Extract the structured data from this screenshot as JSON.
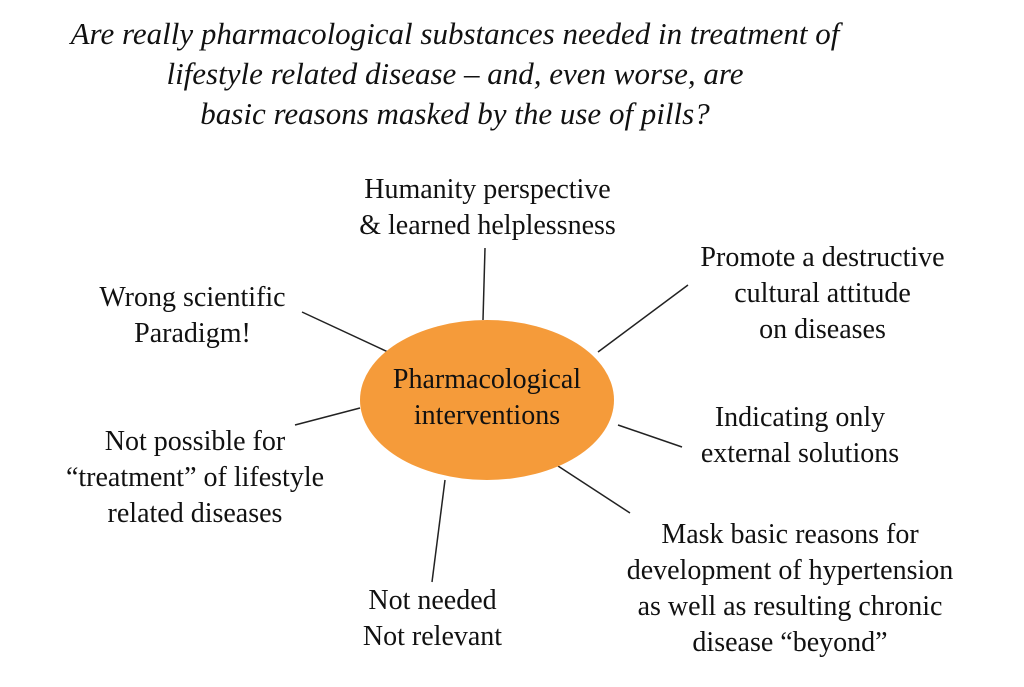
{
  "title": {
    "lines": [
      "Are really pharmacological substances needed in treatment of",
      "lifestyle related disease – and, even worse, are",
      "basic reasons masked by the use of pills?"
    ]
  },
  "center": {
    "lines": [
      "Pharmacological",
      "interventions"
    ],
    "fill_color": "#F59B3A"
  },
  "line_color": "#222222",
  "nodes": {
    "top": {
      "lines": [
        "Humanity perspective",
        "& learned helplessness"
      ]
    },
    "upper_right": {
      "lines": [
        "Promote a destructive",
        "cultural attitude",
        "on diseases"
      ]
    },
    "upper_left": {
      "lines": [
        "Wrong scientific",
        "Paradigm!"
      ]
    },
    "right": {
      "lines": [
        "Indicating only",
        "external solutions"
      ]
    },
    "left": {
      "lines": [
        "Not possible for",
        "“treatment” of lifestyle",
        "related diseases"
      ]
    },
    "lower_right": {
      "lines": [
        "Mask basic reasons for",
        "development of hypertension",
        "as well as resulting chronic",
        "disease “beyond”"
      ]
    },
    "bottom": {
      "lines": [
        "Not needed",
        "Not relevant"
      ]
    }
  }
}
